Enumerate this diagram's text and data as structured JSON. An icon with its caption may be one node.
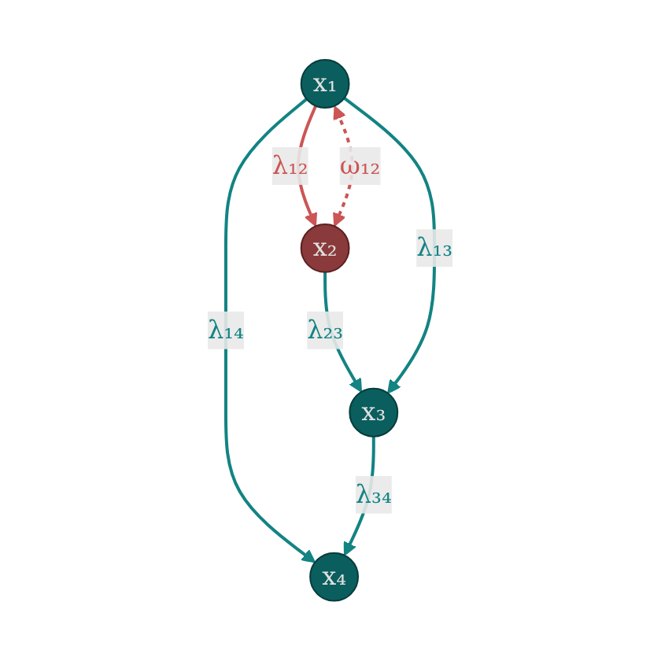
{
  "diagram": {
    "nodes": [
      {
        "text": [
          "x₁"
        ]
      },
      {
        "text": [
          "x₂"
        ]
      },
      {
        "text": [
          "x₃"
        ]
      },
      {
        "text": [
          "x₄"
        ]
      }
    ],
    "edges": [
      {
        "from": 0,
        "to": 1,
        "arrow": "to",
        "label": "λ₁₂",
        "color": "#cc5555"
      },
      {
        "from": 0,
        "to": 1,
        "arrow": "both",
        "label": "ω₁₂",
        "style": "dashed",
        "color": "#cc5555"
      },
      {
        "from": 0,
        "to": 3,
        "arrow": "to",
        "label": "λ₁₄"
      },
      {
        "from": 1,
        "to": 2,
        "arrow": "to",
        "label": "λ₂₃"
      },
      {
        "from": 0,
        "to": 2,
        "arrow": "to",
        "label": "λ₁₃"
      },
      {
        "from": 2,
        "to": 3,
        "arrow": "to",
        "label": "λ₃₄"
      }
    ]
  }
}
